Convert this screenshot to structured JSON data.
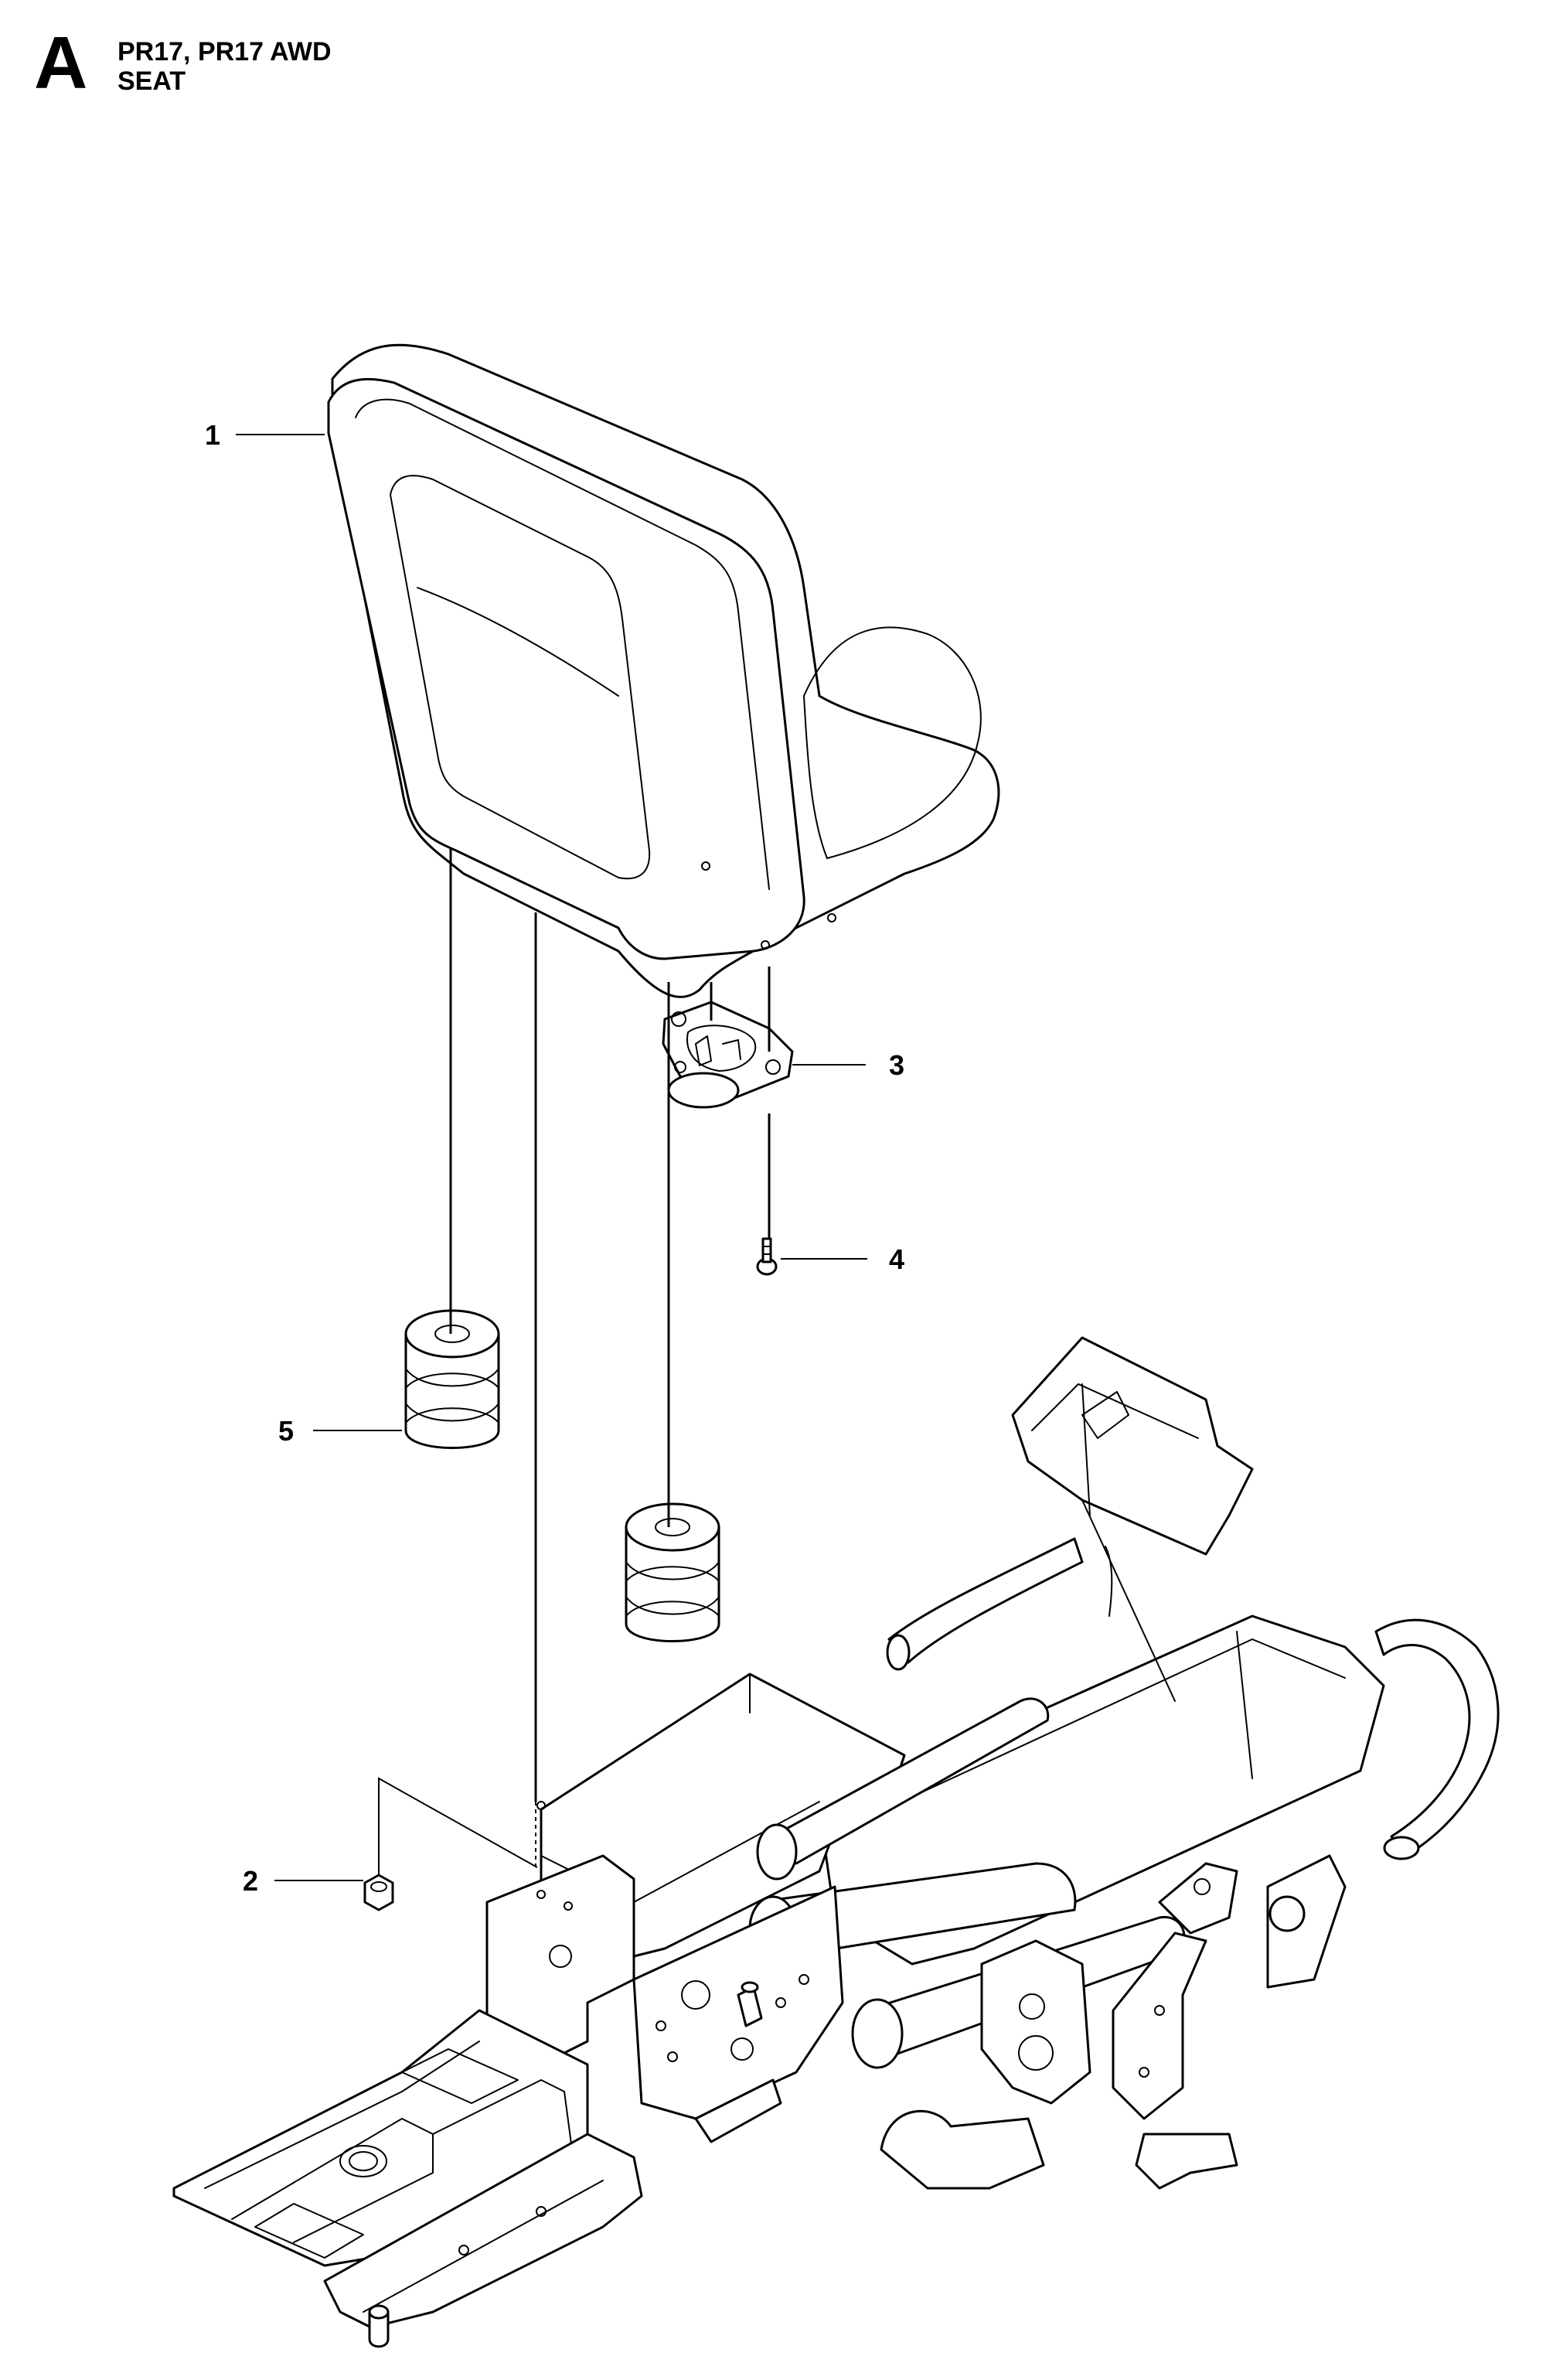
{
  "header": {
    "section_letter": "A",
    "model_line": "PR17, PR17 AWD",
    "group_line": "SEAT"
  },
  "callouts": [
    {
      "id": "1",
      "label": "1"
    },
    {
      "id": "2",
      "label": "2"
    },
    {
      "id": "3",
      "label": "3"
    },
    {
      "id": "4",
      "label": "4"
    },
    {
      "id": "5",
      "label": "5"
    }
  ]
}
